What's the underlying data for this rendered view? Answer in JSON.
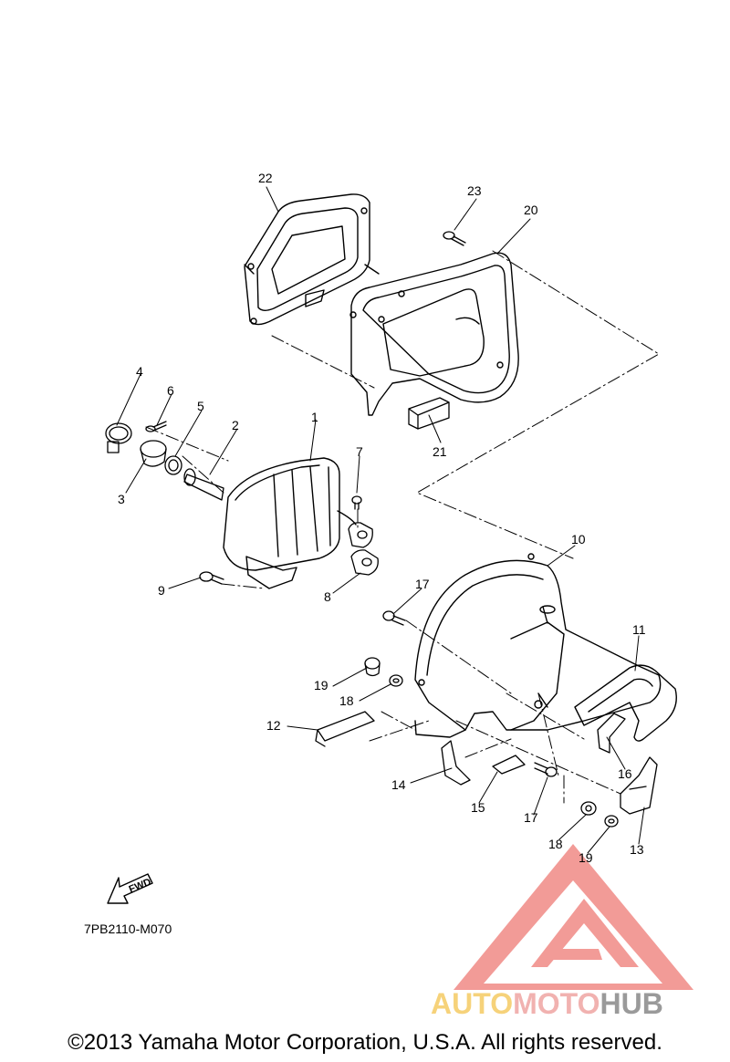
{
  "diagram": {
    "part_labels": [
      "1",
      "2",
      "3",
      "4",
      "5",
      "6",
      "7",
      "8",
      "9",
      "10",
      "11",
      "12",
      "13",
      "14",
      "15",
      "16",
      "17",
      "17",
      "18",
      "18",
      "19",
      "19",
      "20",
      "21",
      "22",
      "23"
    ],
    "fwd_label": "FWD",
    "drawing_code": "7PB2110-M070"
  },
  "watermark": {
    "brand_part1": "AUTO",
    "brand_part2": "MOTO",
    "brand_part3": "HUB",
    "colors": {
      "triangle": "#f08a86",
      "auto": "#f6d27a",
      "moto": "#f1b2b0",
      "hub": "#9a9a9a"
    }
  },
  "footer": {
    "copyright": "©2013 Yamaha Motor Corporation, U.S.A. All rights reserved."
  }
}
